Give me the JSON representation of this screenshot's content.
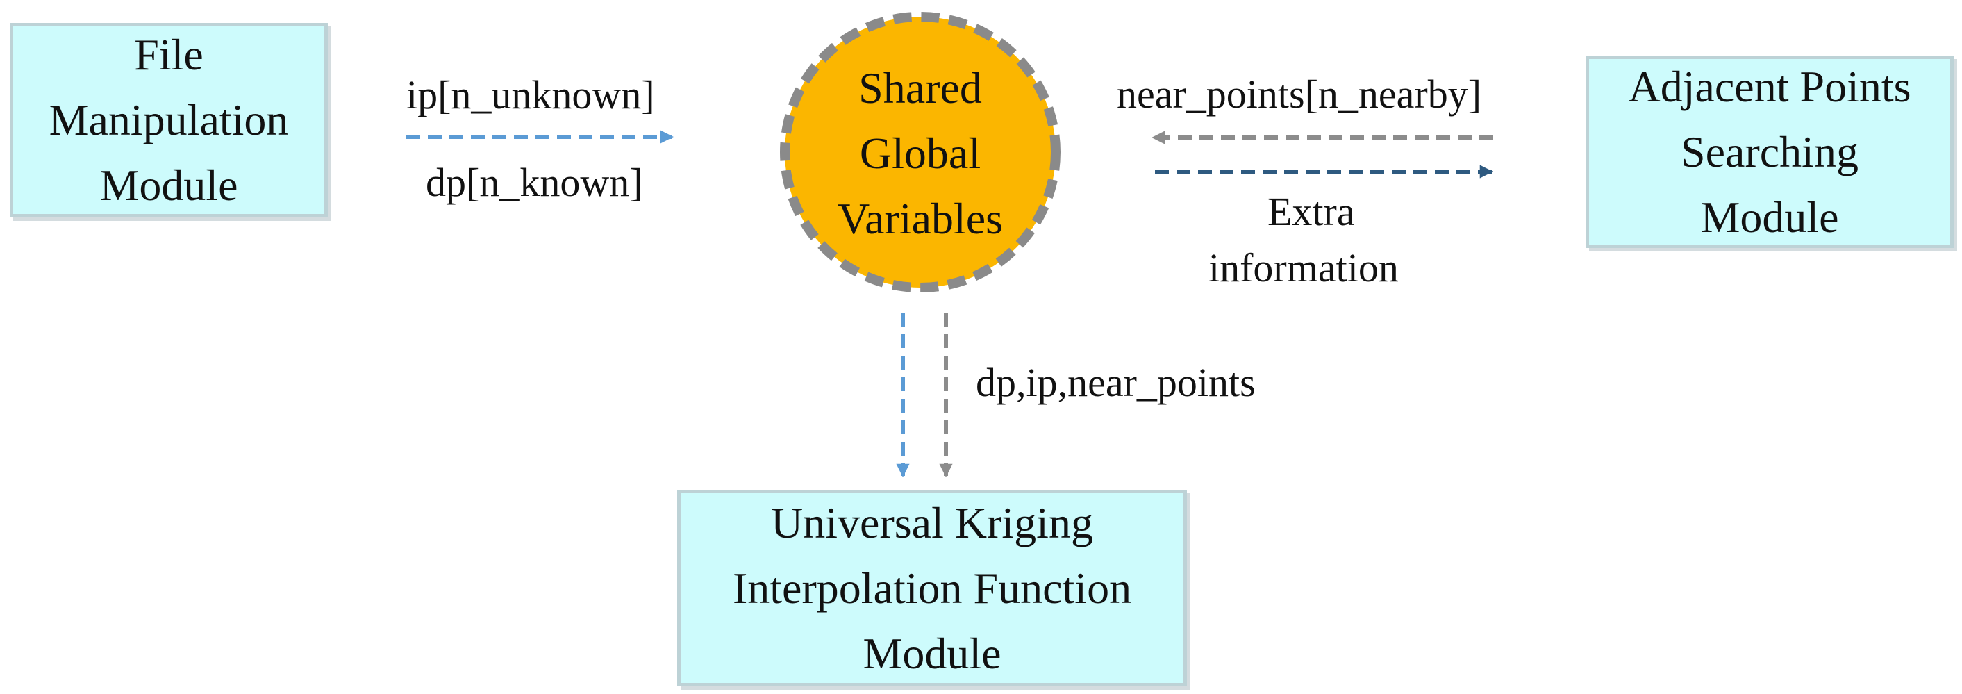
{
  "colors": {
    "box_fill": "#cdfbfc",
    "box_border": "#bdd2d6",
    "circle_fill": "#fbb600",
    "circle_border": "#8a8a8a",
    "arrow_light_blue": "#5b9bd5",
    "arrow_gray": "#8c8c8c",
    "arrow_dark_blue": "#2e5a80"
  },
  "nodes": {
    "file_module": {
      "lines": [
        "File",
        "Manipulation",
        "Module"
      ]
    },
    "shared_globals": {
      "lines": [
        "Shared",
        "Global",
        "Variables"
      ]
    },
    "adjacent_module": {
      "lines": [
        "Adjacent Points",
        "Searching",
        "Module"
      ]
    },
    "kriging_module": {
      "lines": [
        "Universal Kriging",
        "Interpolation Function",
        "Module"
      ]
    }
  },
  "edges": {
    "file_to_shared": {
      "label_top": "ip[n_unknown]",
      "label_bottom": "dp[n_known]"
    },
    "adjacent_to_shared": {
      "label": "near_points[n_nearby]"
    },
    "shared_to_adjacent": {
      "label_line1": "Extra",
      "label_line2": "information"
    },
    "shared_to_kriging": {
      "label": "dp,ip,near_points"
    }
  }
}
